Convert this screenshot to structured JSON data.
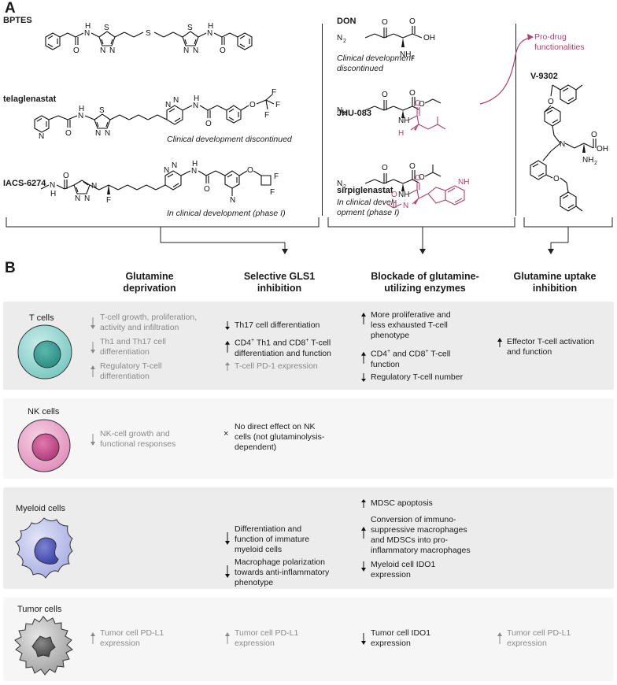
{
  "panel_a": {
    "letter": "A",
    "drugs": {
      "bptes": {
        "name": "BPTES"
      },
      "telaglenastat": {
        "name": "telaglenastat",
        "note": "Clinical development discontinued"
      },
      "iacs": {
        "name": "IACS-6274",
        "note": "In clinical development (phase I)"
      },
      "don": {
        "name": "DON",
        "note_1": "Clinical development",
        "note_2": "discontinued"
      },
      "jhu": {
        "name": "JHU-083"
      },
      "sirpi": {
        "name": "sirpiglenastat",
        "note_1": "In clinical devel-",
        "note_2": "opment (phase I)"
      },
      "v9302": {
        "name": "V-9302"
      }
    },
    "prodrug_label_1": "Pro-drug",
    "prodrug_label_2": "functionalities",
    "atoms": {
      "H": "H",
      "N": "N",
      "S": "S",
      "O": "O",
      "F": "F",
      "OH": "OH",
      "NH2": "NH",
      "sub2": "2",
      "H2N": "H",
      "NH": "NH",
      "N2": "N",
      "N2sub": "2"
    }
  },
  "panel_b": {
    "letter": "B",
    "columns": [
      {
        "line1": "Glutamine",
        "line2": "deprivation"
      },
      {
        "line1": "Selective GLS1",
        "line2": "inhibition"
      },
      {
        "line1": "Blockade of glutamine-",
        "line2": "utilizing enzymes"
      },
      {
        "line1": "Glutamine uptake",
        "line2": "inhibition"
      }
    ],
    "rows": {
      "t": {
        "label": "T cells",
        "c1": [
          "T-cell growth, proliferation,",
          "activity and infiltration"
        ],
        "c2": [
          "Th1 and Th17 cell",
          "differentiation"
        ],
        "c3": [
          "Regulatory T-cell",
          "differentiation"
        ],
        "g1": [
          "Th17 cell differentiation"
        ],
        "g2a": "CD4",
        "g2b": " Th1 and CD8",
        "g2c": " T-cell",
        "g2d": "differentiation and function",
        "g3": [
          "T-cell PD-1 expression"
        ],
        "b1": [
          "More proliferative and",
          "less exhausted T-cell",
          "phenotype"
        ],
        "b2a": "CD4",
        "b2b": " and CD8",
        "b2c": " T-cell",
        "b2d": "function",
        "b3": [
          "Regulatory T-cell number"
        ],
        "u1": [
          "Effector T-cell activation",
          "and function"
        ],
        "sup": "+"
      },
      "nk": {
        "label": "NK cells",
        "c1": [
          "NK-cell growth and",
          "functional responses"
        ],
        "x_mark": "×",
        "g1": [
          "No direct effect on NK",
          "cells (not glutaminolysis-",
          "dependent)"
        ]
      },
      "my": {
        "label": "Myeloid cells",
        "g1": [
          "Differentiation and",
          "function of immature",
          "myeloid cells"
        ],
        "g2": [
          "Macrophage polarization",
          "towards anti-inflammatory",
          "phenotype"
        ],
        "b1": [
          "MDSC apoptosis"
        ],
        "b2": [
          "Conversion of immuno-",
          "suppressive macrophages",
          "and MDSCs into pro-",
          "inflammatory macrophages"
        ],
        "b3": [
          "Myeloid cell IDO1",
          "expression"
        ]
      },
      "tu": {
        "label": "Tumor cells",
        "c1": [
          "Tumor cell PD-L1",
          "expression"
        ],
        "g1": [
          "Tumor cell PD-L1",
          "expression"
        ],
        "b1": [
          "Tumor cell IDO1",
          "expression"
        ],
        "u1": [
          "Tumor cell PD-L1",
          "expression"
        ]
      }
    }
  }
}
